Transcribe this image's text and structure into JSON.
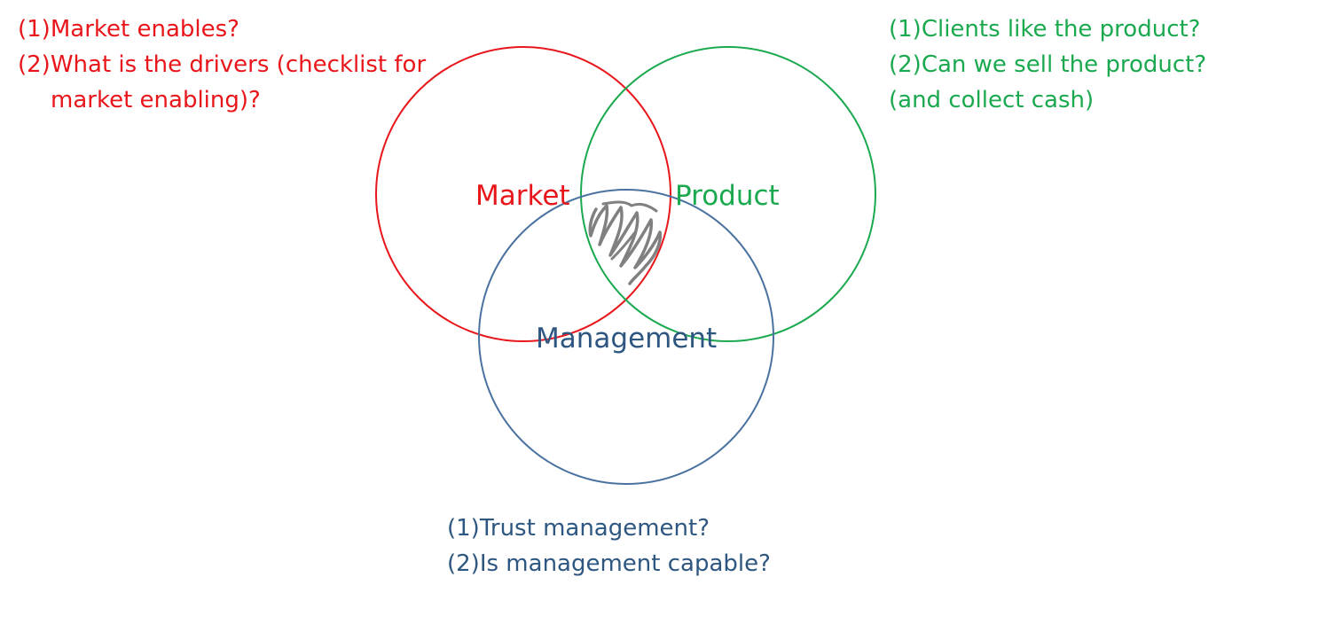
{
  "colors": {
    "market": "#e8161b",
    "product": "#1aa94f",
    "management": "#2d5680",
    "management_circle": "#4a72a0",
    "scribble": "#808080",
    "background": "#ffffff"
  },
  "circles": {
    "market": {
      "label": "Market"
    },
    "product": {
      "label": "Product"
    },
    "management": {
      "label": "Management"
    }
  },
  "notes": {
    "market": [
      "(1)Market enables?",
      "(2)What is the drivers (checklist for",
      "market enabling)?"
    ],
    "product": [
      "(1)Clients like the product?",
      "(2)Can we sell the product?",
      "(and collect cash)"
    ],
    "management": [
      "(1)Trust management?",
      "(2)Is management capable?"
    ]
  }
}
